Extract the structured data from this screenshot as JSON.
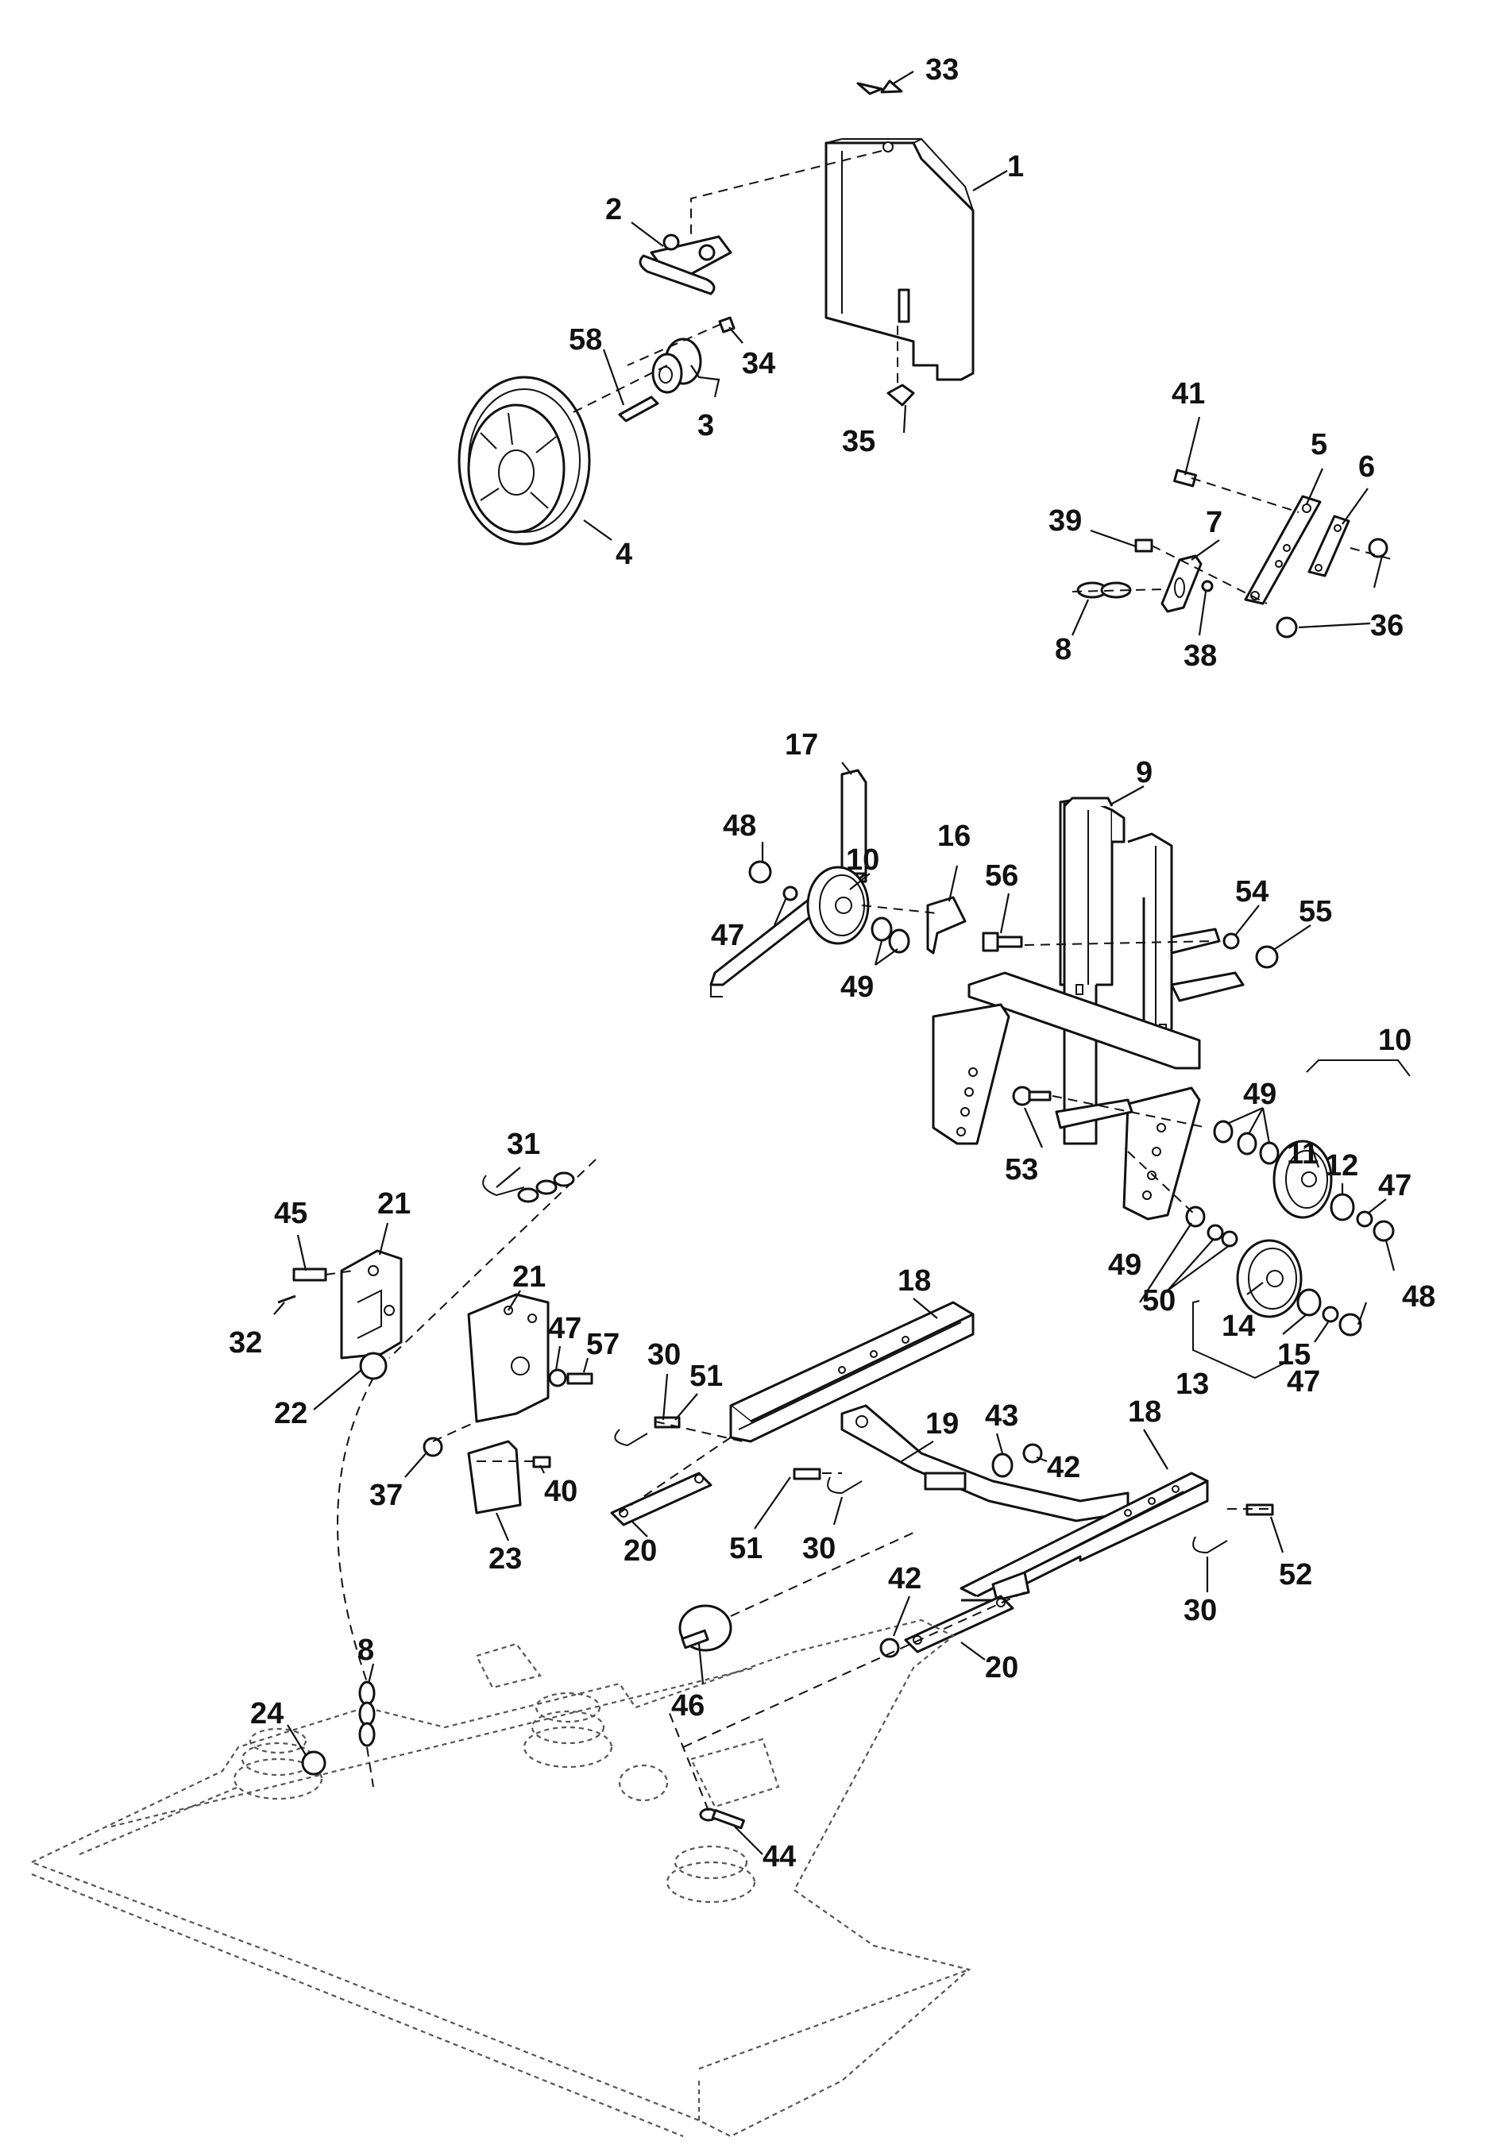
{
  "diagram": {
    "callouts": [
      {
        "id": "c1",
        "text": "1"
      },
      {
        "id": "c2",
        "text": "2"
      },
      {
        "id": "c3",
        "text": "3"
      },
      {
        "id": "c4",
        "text": "4"
      },
      {
        "id": "c5",
        "text": "5"
      },
      {
        "id": "c6",
        "text": "6"
      },
      {
        "id": "c7",
        "text": "7"
      },
      {
        "id": "c8a",
        "text": "8"
      },
      {
        "id": "c8b",
        "text": "8"
      },
      {
        "id": "c9",
        "text": "9"
      },
      {
        "id": "c10a",
        "text": "10"
      },
      {
        "id": "c10b",
        "text": "10"
      },
      {
        "id": "c11",
        "text": "11"
      },
      {
        "id": "c12",
        "text": "12"
      },
      {
        "id": "c13",
        "text": "13"
      },
      {
        "id": "c14",
        "text": "14"
      },
      {
        "id": "c15",
        "text": "15"
      },
      {
        "id": "c16",
        "text": "16"
      },
      {
        "id": "c17",
        "text": "17"
      },
      {
        "id": "c18a",
        "text": "18"
      },
      {
        "id": "c18b",
        "text": "18"
      },
      {
        "id": "c19",
        "text": "19"
      },
      {
        "id": "c20a",
        "text": "20"
      },
      {
        "id": "c20b",
        "text": "20"
      },
      {
        "id": "c21a",
        "text": "21"
      },
      {
        "id": "c21b",
        "text": "21"
      },
      {
        "id": "c22",
        "text": "22"
      },
      {
        "id": "c23",
        "text": "23"
      },
      {
        "id": "c24",
        "text": "24"
      },
      {
        "id": "c30a",
        "text": "30"
      },
      {
        "id": "c30b",
        "text": "30"
      },
      {
        "id": "c30c",
        "text": "30"
      },
      {
        "id": "c31",
        "text": "31"
      },
      {
        "id": "c32",
        "text": "32"
      },
      {
        "id": "c33",
        "text": "33"
      },
      {
        "id": "c34",
        "text": "34"
      },
      {
        "id": "c35",
        "text": "35"
      },
      {
        "id": "c36",
        "text": "36"
      },
      {
        "id": "c37",
        "text": "37"
      },
      {
        "id": "c38",
        "text": "38"
      },
      {
        "id": "c39",
        "text": "39"
      },
      {
        "id": "c40",
        "text": "40"
      },
      {
        "id": "c41",
        "text": "41"
      },
      {
        "id": "c42a",
        "text": "42"
      },
      {
        "id": "c42b",
        "text": "42"
      },
      {
        "id": "c43",
        "text": "43"
      },
      {
        "id": "c44",
        "text": "44"
      },
      {
        "id": "c45",
        "text": "45"
      },
      {
        "id": "c46",
        "text": "46"
      },
      {
        "id": "c47a",
        "text": "47"
      },
      {
        "id": "c47b",
        "text": "47"
      },
      {
        "id": "c47c",
        "text": "47"
      },
      {
        "id": "c47d",
        "text": "47"
      },
      {
        "id": "c48a",
        "text": "48"
      },
      {
        "id": "c48b",
        "text": "48"
      },
      {
        "id": "c49a",
        "text": "49"
      },
      {
        "id": "c49b",
        "text": "49"
      },
      {
        "id": "c49c",
        "text": "49"
      },
      {
        "id": "c50",
        "text": "50"
      },
      {
        "id": "c51a",
        "text": "51"
      },
      {
        "id": "c51b",
        "text": "51"
      },
      {
        "id": "c52",
        "text": "52"
      },
      {
        "id": "c53",
        "text": "53"
      },
      {
        "id": "c54",
        "text": "54"
      },
      {
        "id": "c55",
        "text": "55"
      },
      {
        "id": "c56",
        "text": "56"
      },
      {
        "id": "c57",
        "text": "57"
      },
      {
        "id": "c58",
        "text": "58"
      }
    ]
  }
}
